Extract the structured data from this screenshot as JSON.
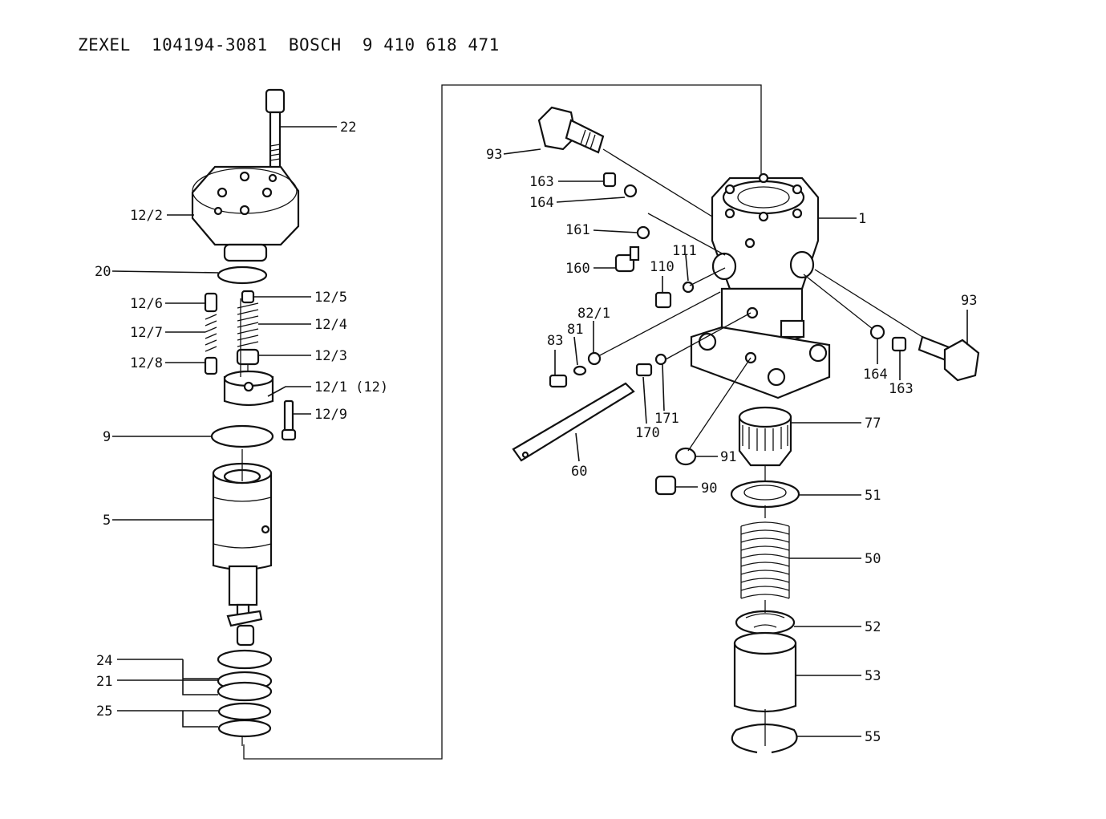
{
  "title": {
    "maker": "ZEXEL",
    "part_no": "104194-3081",
    "brand": "BOSCH",
    "brand_no": "9 410 618 471"
  },
  "labels": {
    "l22": "22",
    "l12_2": "12/2",
    "l20": "20",
    "l12_6": "12/6",
    "l12_7": "12/7",
    "l12_8": "12/8",
    "l12_5": "12/5",
    "l12_4": "12/4",
    "l12_3": "12/3",
    "l12_1": "12/1 (12)",
    "l12_9": "12/9",
    "l9": "9",
    "l5": "5",
    "l24": "24",
    "l21": "21",
    "l25": "25",
    "l93a": "93",
    "l163a": "163",
    "l164a": "164",
    "l161": "161",
    "l160": "160",
    "l110": "110",
    "l111": "111",
    "l1": "1",
    "l82_1": "82/1",
    "l81": "81",
    "l83": "83",
    "l170": "170",
    "l171": "171",
    "l60": "60",
    "l93b": "93",
    "l164b": "164",
    "l163b": "163",
    "l77": "77",
    "l91": "91",
    "l90": "90",
    "l51": "51",
    "l50": "50",
    "l52": "52",
    "l53": "53",
    "l55": "55"
  }
}
